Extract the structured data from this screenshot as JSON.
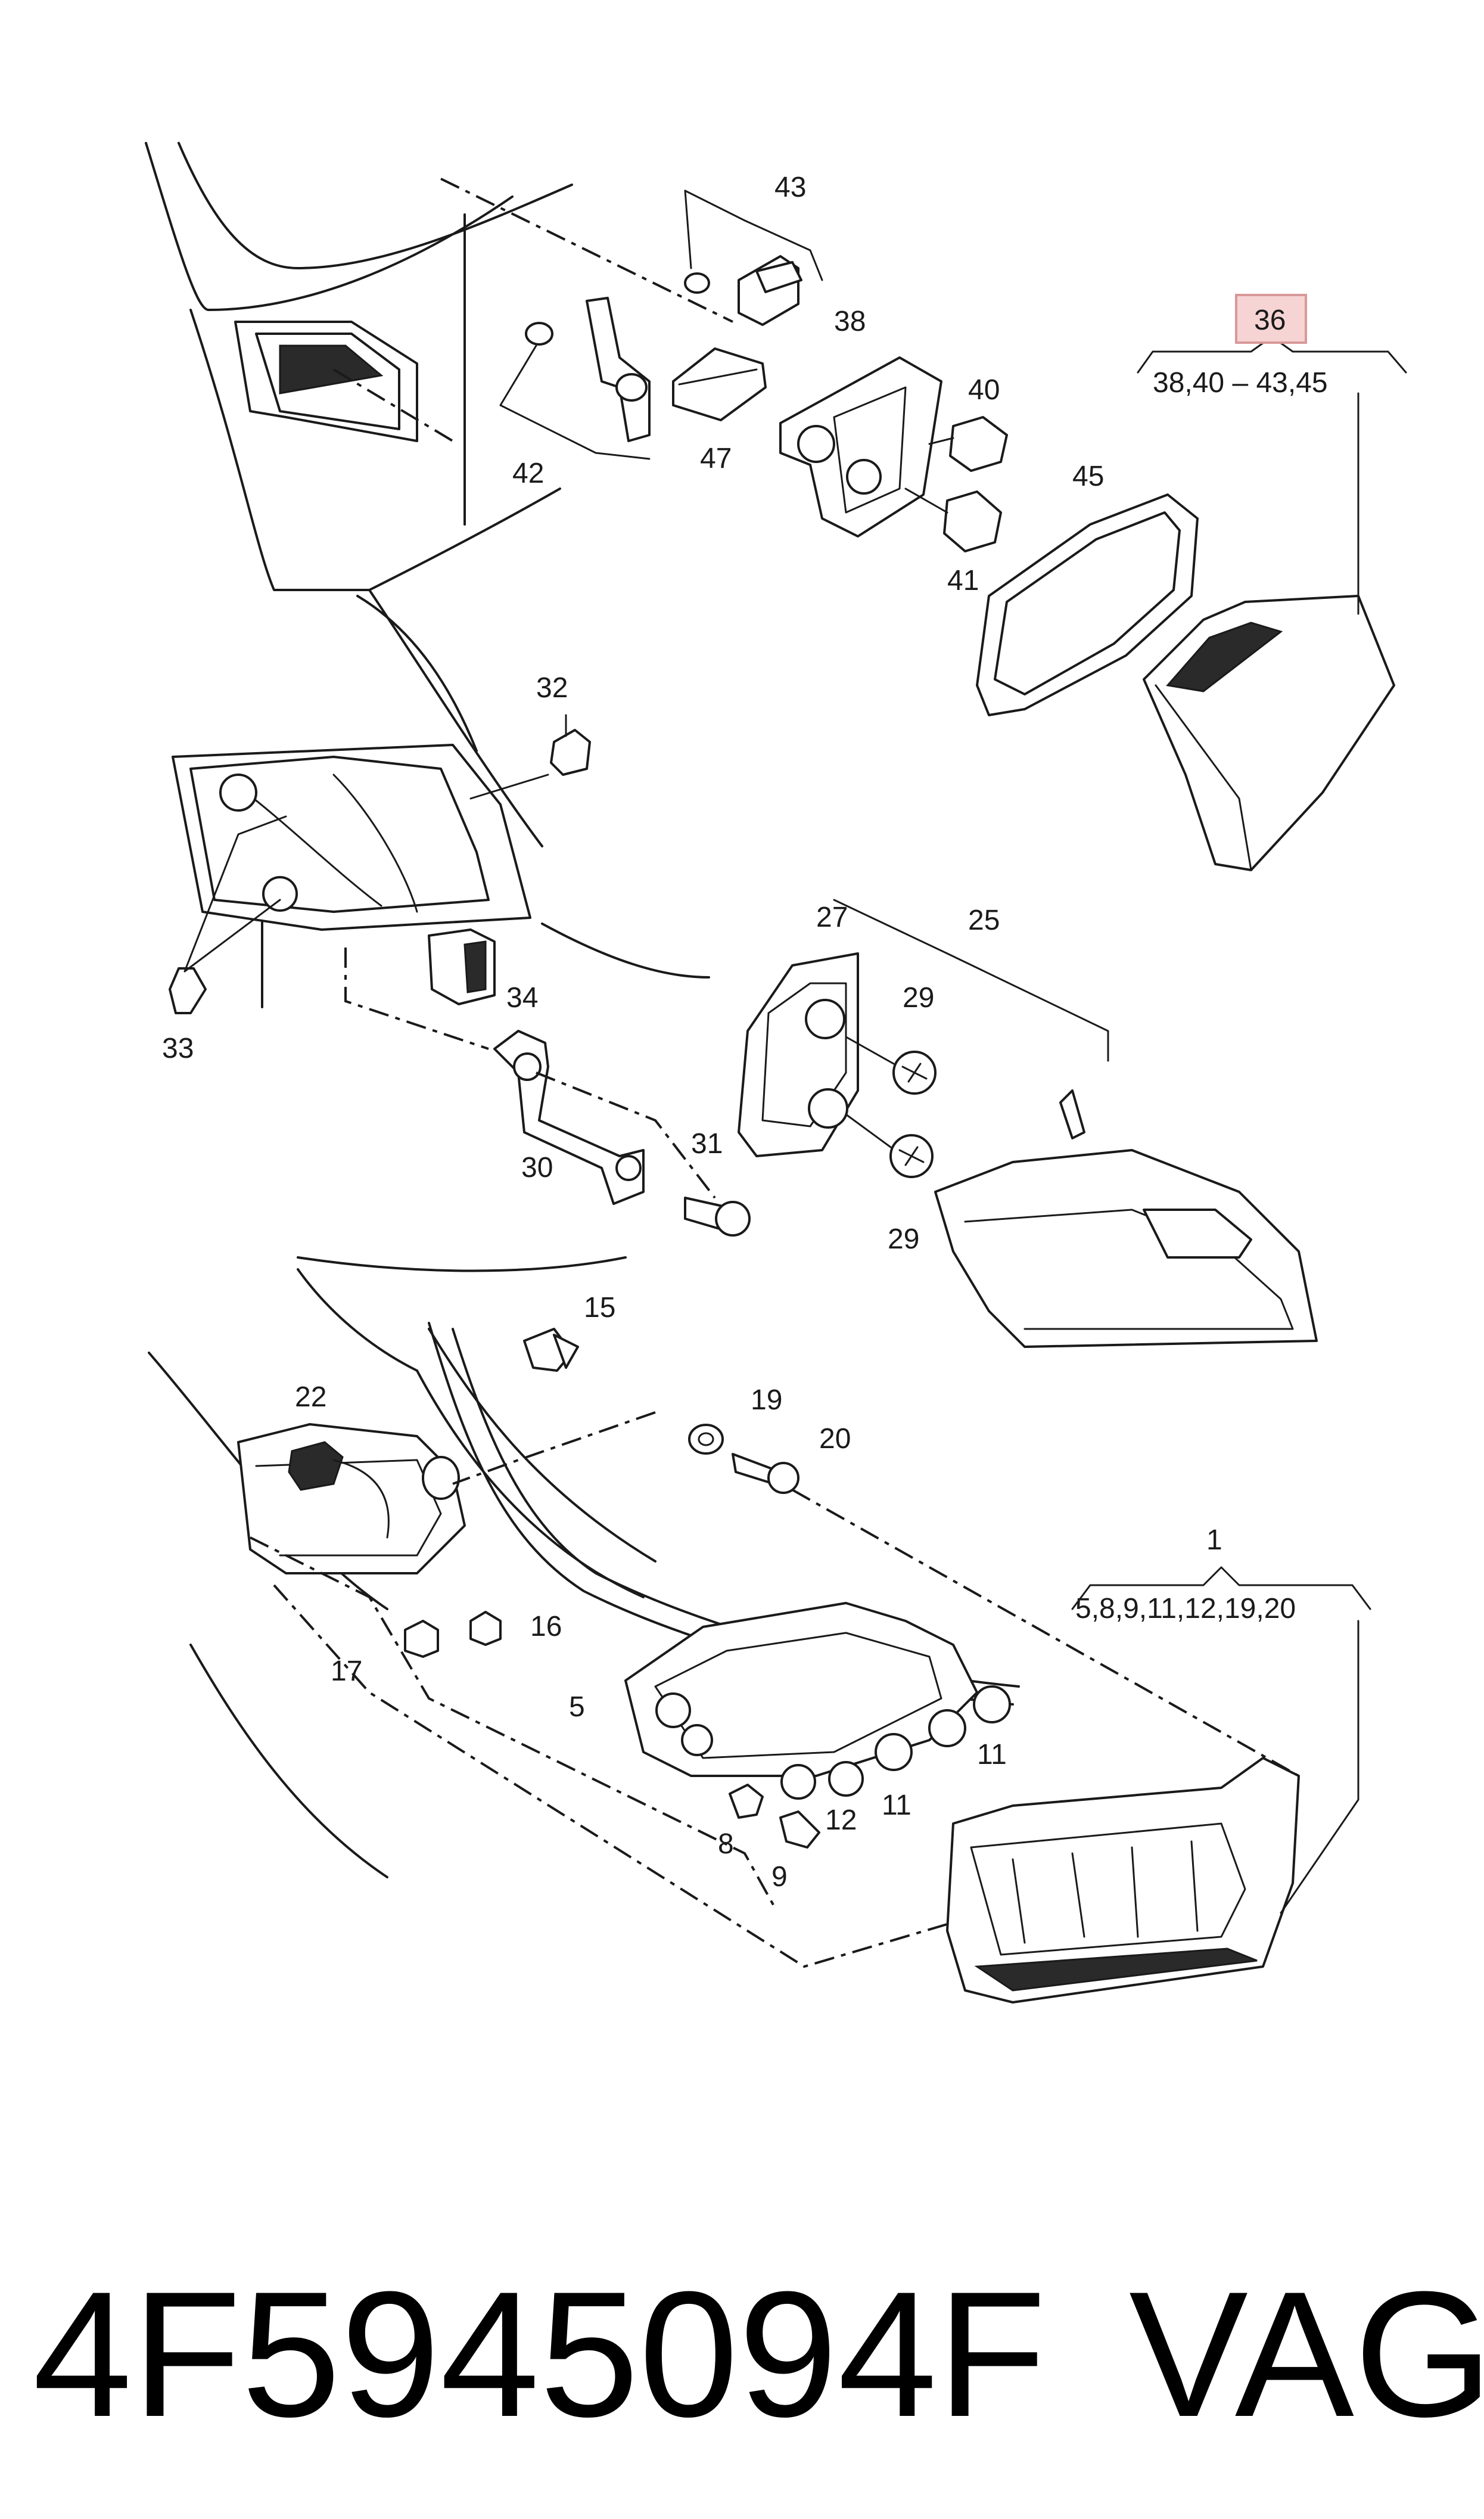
{
  "labels": {
    "l1": "1",
    "l1_sub": "5,8,9,11,12,19,20",
    "l5": "5",
    "l8": "8",
    "l9": "9",
    "l11a": "11",
    "l11b": "11",
    "l12": "12",
    "l15": "15",
    "l16": "16",
    "l17": "17",
    "l19": "19",
    "l20": "20",
    "l22": "22",
    "l25": "25",
    "l27": "27",
    "l29a": "29",
    "l29b": "29",
    "l30": "30",
    "l31": "31",
    "l32": "32",
    "l33": "33",
    "l34": "34",
    "l36": "36",
    "l36_sub": "38,40 – 43,45",
    "l38": "38",
    "l40": "40",
    "l41": "41",
    "l42": "42",
    "l43": "43",
    "l45": "45",
    "l47": "47"
  },
  "footer": {
    "part_number": "4F5945094F",
    "brand": "VAG"
  },
  "colors": {
    "highlight_fill": "#f6d4d4",
    "highlight_border": "#d99898",
    "line": "#1a1a1a"
  }
}
